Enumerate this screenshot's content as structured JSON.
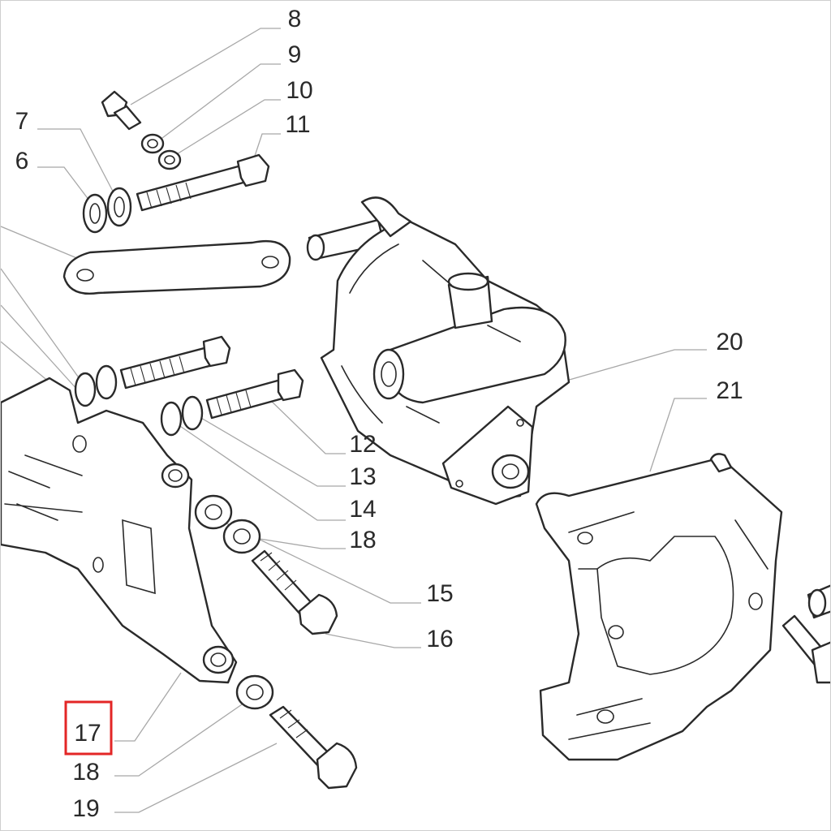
{
  "callouts": [
    {
      "id": "c8",
      "label": "8"
    },
    {
      "id": "c9",
      "label": "9"
    },
    {
      "id": "c10",
      "label": "10"
    },
    {
      "id": "c11",
      "label": "11"
    },
    {
      "id": "c7",
      "label": "7"
    },
    {
      "id": "c6",
      "label": "6"
    },
    {
      "id": "c20",
      "label": "20"
    },
    {
      "id": "c21",
      "label": "21"
    },
    {
      "id": "c12",
      "label": "12"
    },
    {
      "id": "c13",
      "label": "13"
    },
    {
      "id": "c14",
      "label": "14"
    },
    {
      "id": "c18a",
      "label": "18"
    },
    {
      "id": "c15",
      "label": "15"
    },
    {
      "id": "c16",
      "label": "16"
    },
    {
      "id": "c17",
      "label": "17"
    },
    {
      "id": "c18b",
      "label": "18"
    },
    {
      "id": "c19",
      "label": "19"
    }
  ],
  "highlight": {
    "label": "17",
    "color": "#e32626"
  }
}
